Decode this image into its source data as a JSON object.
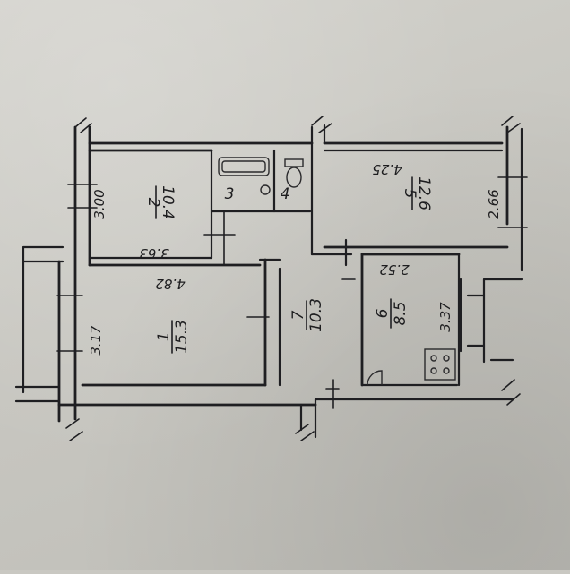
{
  "plan": {
    "rooms": [
      {
        "id": "1",
        "area": "15.3",
        "dim_top": "4.82",
        "dim_side": "3.17"
      },
      {
        "id": "2",
        "area": "10.4",
        "dim_bottom": "3.63",
        "dim_side": "3.00"
      },
      {
        "id": "3",
        "area": ""
      },
      {
        "id": "4",
        "area": ""
      },
      {
        "id": "5",
        "area": "12.6",
        "dim_top": "4.25",
        "dim_side": "2.66"
      },
      {
        "id": "6",
        "area": "8.5",
        "dim_top": "2.52",
        "dim_side": "3.37"
      },
      {
        "id": "7",
        "area": "10.3"
      }
    ]
  }
}
